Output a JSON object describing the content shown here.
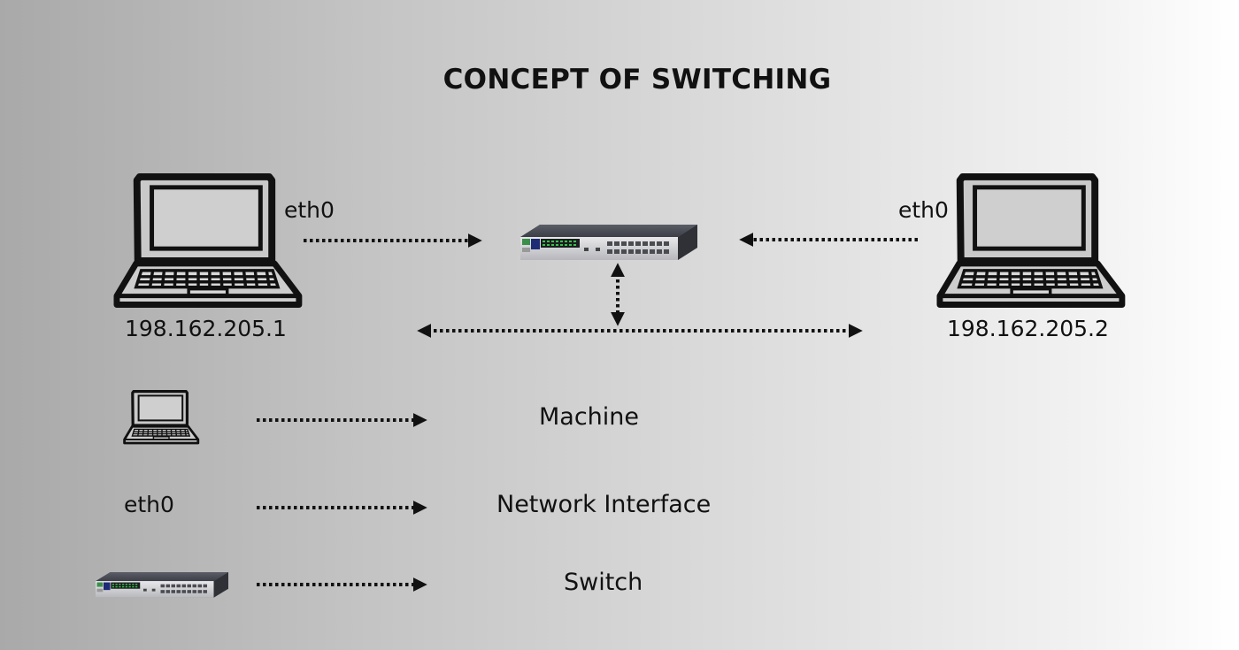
{
  "diagram": {
    "title": "CONCEPT OF SWITCHING",
    "left_machine": {
      "interface": "eth0",
      "ip": "198.162.205.1",
      "icon": "laptop-icon"
    },
    "right_machine": {
      "interface": "eth0",
      "ip": "198.162.205.2",
      "icon": "laptop-icon"
    },
    "center_device": {
      "icon": "network-switch-icon"
    }
  },
  "legend": [
    {
      "symbol": "laptop-icon",
      "meaning": "Machine"
    },
    {
      "symbol_text": "eth0",
      "meaning": "Network Interface"
    },
    {
      "symbol": "network-switch-icon",
      "meaning": "Switch"
    }
  ]
}
